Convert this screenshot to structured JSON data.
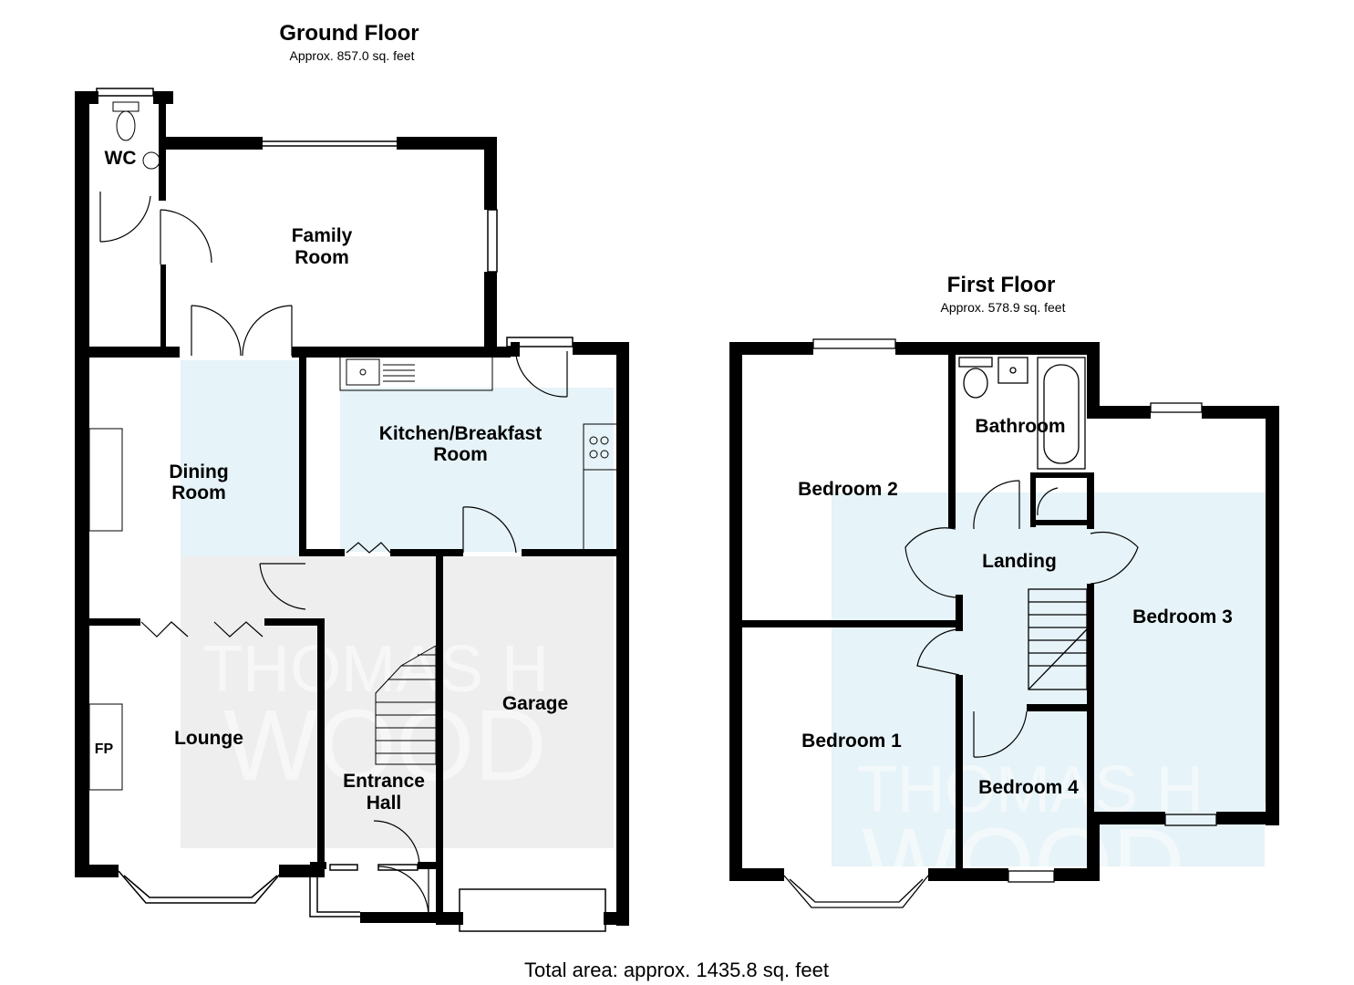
{
  "ground_floor": {
    "title": "Ground Floor",
    "area": "Approx. 857.0 sq. feet",
    "rooms": {
      "wc": "WC",
      "family_room_1": "Family",
      "family_room_2": "Room",
      "dining_room_1": "Dining",
      "dining_room_2": "Room",
      "kitchen_1": "Kitchen/Breakfast",
      "kitchen_2": "Room",
      "lounge": "Lounge",
      "fireplace": "FP",
      "entrance_hall_1": "Entrance",
      "entrance_hall_2": "Hall",
      "garage": "Garage"
    }
  },
  "first_floor": {
    "title": "First Floor",
    "area": "Approx. 578.9 sq. feet",
    "rooms": {
      "bathroom": "Bathroom",
      "bedroom_2": "Bedroom 2",
      "landing": "Landing",
      "bedroom_3": "Bedroom 3",
      "bedroom_1": "Bedroom 1",
      "bedroom_4": "Bedroom 4"
    }
  },
  "watermark": {
    "line1": "THOMAS H",
    "line2": "WOOD"
  },
  "total_area": "Total area: approx. 1435.8 sq. feet",
  "colors": {
    "wall": "#000000",
    "shade": "#e6f3f8",
    "grey": "#ececec"
  }
}
